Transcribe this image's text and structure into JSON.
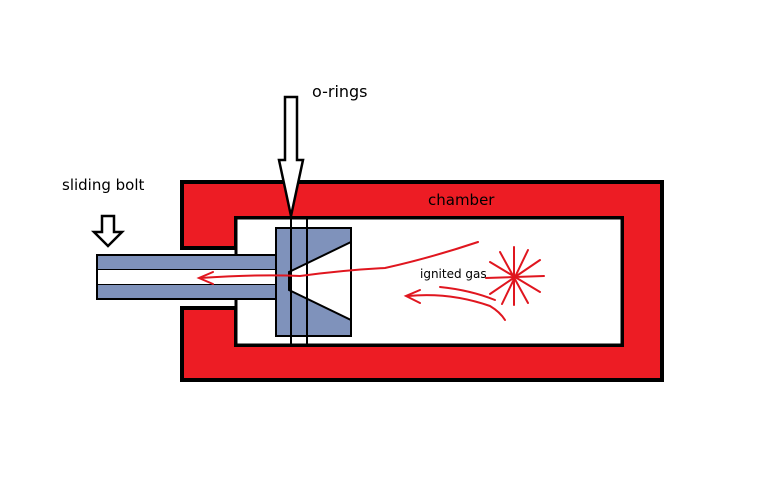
{
  "labels": {
    "o_rings": "o-rings",
    "sliding_bolt": "sliding bolt",
    "chamber": "chamber",
    "ignited_gas": "ignited gas"
  },
  "colors": {
    "chamber_wall": "#ed1c24",
    "bolt": "#7f92bb",
    "gas_arrows": "#e0161f",
    "outline": "#000000",
    "background": "#ffffff"
  }
}
